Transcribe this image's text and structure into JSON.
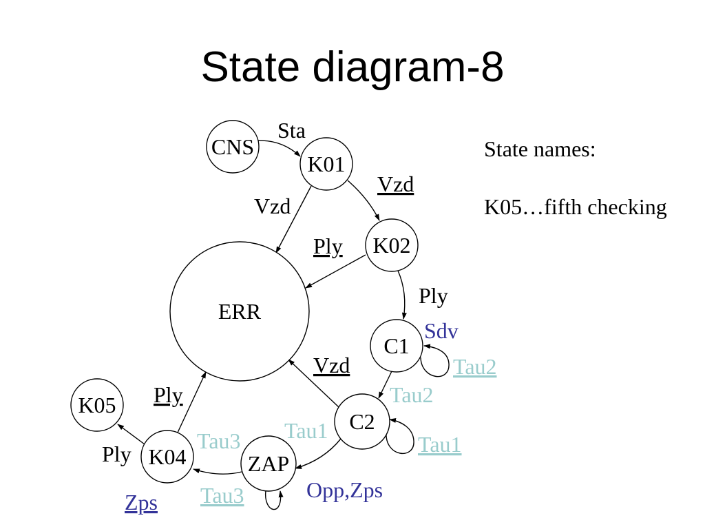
{
  "slide": {
    "title": "State diagram-8"
  },
  "states": {
    "cns": {
      "label": "CNS"
    },
    "k01": {
      "label": "K01"
    },
    "k02": {
      "label": "K02"
    },
    "err": {
      "label": "ERR"
    },
    "c1": {
      "label": "C1"
    },
    "c2": {
      "label": "C2"
    },
    "zap": {
      "label": "ZAP"
    },
    "k04": {
      "label": "K04"
    },
    "k05": {
      "label": "K05"
    }
  },
  "transition_labels": [
    {
      "text": "Sta",
      "underlined": false,
      "color": "#000000"
    },
    {
      "text": "Vzd",
      "underlined": true,
      "color": "#000000"
    },
    {
      "text": "Vzd",
      "underlined": false,
      "color": "#000000"
    },
    {
      "text": "Ply",
      "underlined": true,
      "color": "#000000"
    },
    {
      "text": "Ply",
      "underlined": false,
      "color": "#000000"
    },
    {
      "text": "Sdv",
      "underlined": false,
      "color": "#333399"
    },
    {
      "text": "Tau2",
      "underlined": true,
      "color": "#99CCCC"
    },
    {
      "text": "Vzd",
      "underlined": true,
      "color": "#000000"
    },
    {
      "text": "Tau2",
      "underlined": false,
      "color": "#99CCCC"
    },
    {
      "text": "Ply",
      "underlined": true,
      "color": "#000000"
    },
    {
      "text": "Tau1",
      "underlined": false,
      "color": "#99CCCC"
    },
    {
      "text": "Tau1",
      "underlined": true,
      "color": "#99CCCC"
    },
    {
      "text": "Tau3",
      "underlined": false,
      "color": "#99CCCC"
    },
    {
      "text": "Ply",
      "underlined": false,
      "color": "#000000"
    },
    {
      "text": "Opp,Zps",
      "underlined": false,
      "color": "#333399"
    },
    {
      "text": "Tau3",
      "underlined": true,
      "color": "#99CCCC"
    },
    {
      "text": "Zps",
      "underlined": true,
      "color": "#333399"
    }
  ],
  "notes": {
    "heading": "State names:",
    "entry": "K05…fifth checking"
  },
  "colors": {
    "background": "#FFFFFF",
    "text": "#000000",
    "stroke": "#000000",
    "blue_label": "#333399",
    "cyan_label": "#99CCCC"
  }
}
